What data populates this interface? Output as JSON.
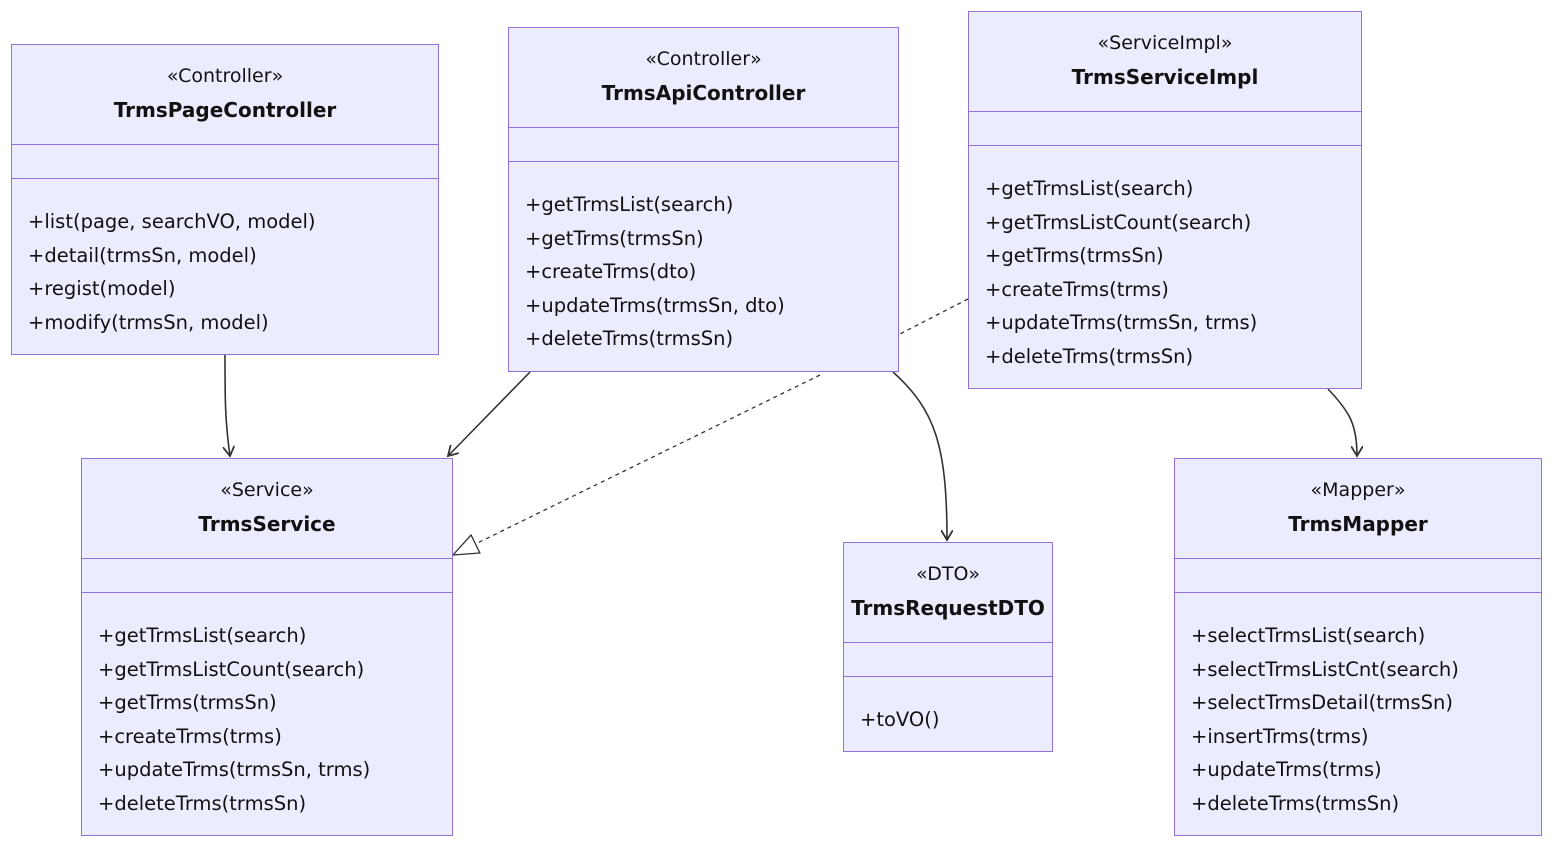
{
  "diagram": {
    "classes": [
      {
        "id": "TrmsPageController",
        "stereotype": "«Controller»",
        "name": "TrmsPageController",
        "methods": [
          "+list(page, searchVO, model)",
          "+detail(trmsSn, model)",
          "+regist(model)",
          "+modify(trmsSn, model)"
        ]
      },
      {
        "id": "TrmsApiController",
        "stereotype": "«Controller»",
        "name": "TrmsApiController",
        "methods": [
          "+getTrmsList(search)",
          "+getTrms(trmsSn)",
          "+createTrms(dto)",
          "+updateTrms(trmsSn, dto)",
          "+deleteTrms(trmsSn)"
        ]
      },
      {
        "id": "TrmsServiceImpl",
        "stereotype": "«ServiceImpl»",
        "name": "TrmsServiceImpl",
        "methods": [
          "+getTrmsList(search)",
          "+getTrmsListCount(search)",
          "+getTrms(trmsSn)",
          "+createTrms(trms)",
          "+updateTrms(trmsSn, trms)",
          "+deleteTrms(trmsSn)"
        ]
      },
      {
        "id": "TrmsService",
        "stereotype": "«Service»",
        "name": "TrmsService",
        "methods": [
          "+getTrmsList(search)",
          "+getTrmsListCount(search)",
          "+getTrms(trmsSn)",
          "+createTrms(trms)",
          "+updateTrms(trmsSn, trms)",
          "+deleteTrms(trmsSn)"
        ]
      },
      {
        "id": "TrmsRequestDTO",
        "stereotype": "«DTO»",
        "name": "TrmsRequestDTO",
        "methods": [
          "+toVO()"
        ]
      },
      {
        "id": "TrmsMapper",
        "stereotype": "«Mapper»",
        "name": "TrmsMapper",
        "methods": [
          "+selectTrmsList(search)",
          "+selectTrmsListCnt(search)",
          "+selectTrmsDetail(trmsSn)",
          "+insertTrms(trms)",
          "+updateTrms(trms)",
          "+deleteTrms(trmsSn)"
        ]
      }
    ],
    "relations": [
      {
        "from": "TrmsPageController",
        "to": "TrmsService",
        "kind": "association"
      },
      {
        "from": "TrmsApiController",
        "to": "TrmsService",
        "kind": "association"
      },
      {
        "from": "TrmsApiController",
        "to": "TrmsRequestDTO",
        "kind": "association"
      },
      {
        "from": "TrmsServiceImpl",
        "to": "TrmsService",
        "kind": "realization"
      },
      {
        "from": "TrmsServiceImpl",
        "to": "TrmsMapper",
        "kind": "association"
      }
    ],
    "colors": {
      "box_fill": "#ECECFF",
      "box_border": "#9370DB",
      "edge": "#333333"
    }
  }
}
